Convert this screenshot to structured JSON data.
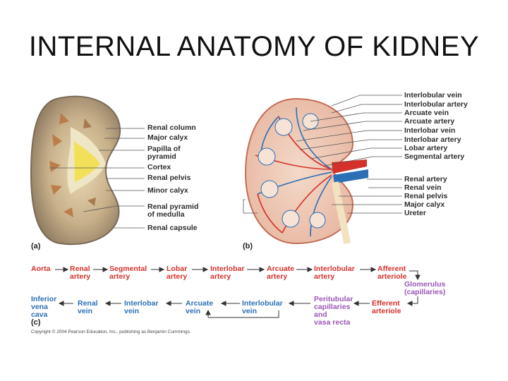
{
  "title": "INTERNAL ANATOMY OF KIDNEY",
  "panel_a": {
    "tag": "(a)",
    "labels": [
      "Renal column",
      "Major calyx",
      "Papilla of",
      "pyramid",
      "Cortex",
      "Renal pelvis",
      "Minor calyx",
      "Renal pyramid",
      "of medulla",
      "Renal capsule"
    ]
  },
  "panel_b": {
    "tag": "(b)",
    "labels": [
      "Interlobular vein",
      "Interlobular artery",
      "Arcuate vein",
      "Arcuate artery",
      "Interlobar vein",
      "Interlobar artery",
      "Lobar artery",
      "Segmental artery",
      "Renal artery",
      "Renal vein",
      "Renal pelvis",
      "Major calyx",
      "Ureter"
    ]
  },
  "panel_c": {
    "tag": "(c)",
    "row1": [
      "Aorta",
      "Renal",
      "artery",
      "Segmental",
      "artery",
      "Lobar",
      "artery",
      "Interlobar",
      "artery",
      "Arcuate",
      "artery",
      "Interlobular",
      "artery",
      "Afferent",
      "arteriole"
    ],
    "glomerulus": [
      "Glomerulus",
      "(capillaries)"
    ],
    "row2": [
      "Inferior",
      "vena",
      "cava",
      "Renal",
      "vein",
      "Interlobar",
      "vein",
      "Arcuate",
      "vein",
      "Interlobular",
      "vein",
      "Peritubular",
      "capillaries",
      "and",
      "vasa recta",
      "Efferent",
      "arteriole"
    ]
  },
  "copyright": "Copyright © 2004 Pearson Education, Inc., publishing as Benjamin Cummings.",
  "colors": {
    "artery": "#d4312a",
    "vein": "#2b6fb5",
    "capillary": "#9b56b8"
  }
}
